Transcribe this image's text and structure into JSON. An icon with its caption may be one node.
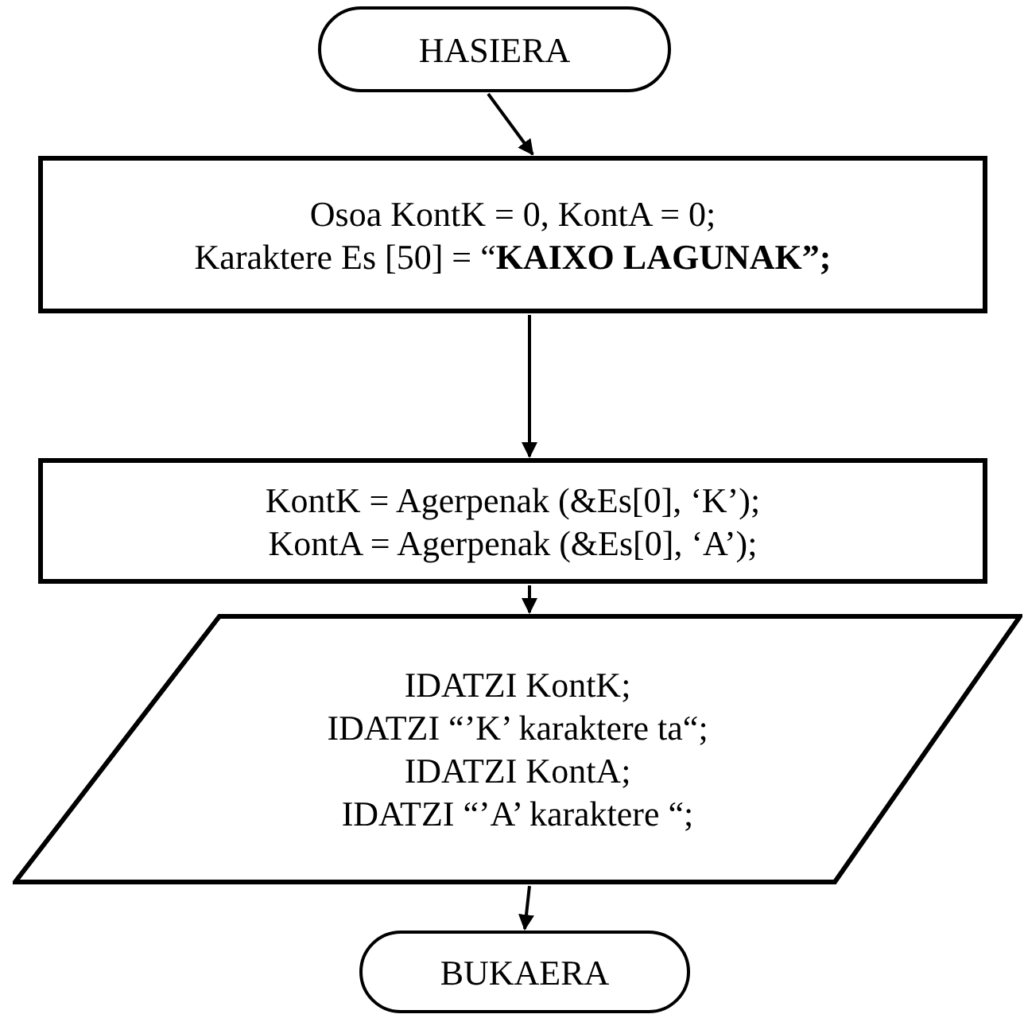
{
  "diagram": {
    "nodes": [
      {
        "text": [
          "HASIERA"
        ]
      },
      {
        "text": [
          "Osoa KontK = 0, KontA = 0;",
          "Karaktere Es [50] = “**KAIXO LAGUNAK”;**"
        ]
      },
      {
        "text": [
          "KontK = Agerpenak (&Es[0], ‘K’);",
          "KontA = Agerpenak (&Es[0], ‘A’);"
        ]
      },
      {
        "text": [
          "IDATZI KontK;",
          "IDATZI “’K’ karaktere ta“;",
          "IDATZI KontA;",
          "IDATZI “’A’ karaktere “;"
        ]
      },
      {
        "text": [
          "BUKAERA"
        ]
      }
    ],
    "edges": [
      {
        "from": 0,
        "to": 1,
        "arrow": "to"
      },
      {
        "from": 1,
        "to": 2,
        "arrow": "to"
      },
      {
        "from": 2,
        "to": 3,
        "arrow": "to"
      },
      {
        "from": 3,
        "to": 4,
        "arrow": "to"
      }
    ]
  }
}
